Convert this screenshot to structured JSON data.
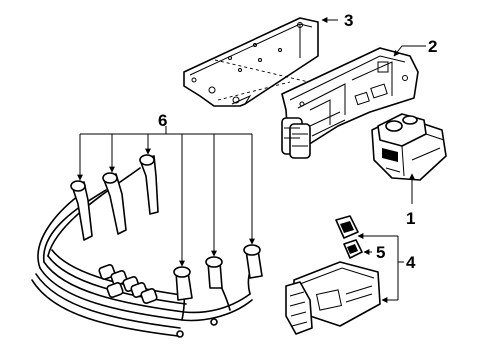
{
  "callouts": {
    "c1": "1",
    "c2": "2",
    "c3": "3",
    "c4": "4",
    "c5": "5",
    "c6": "6"
  },
  "colors": {
    "ink": "#000000",
    "paper": "#ffffff"
  }
}
